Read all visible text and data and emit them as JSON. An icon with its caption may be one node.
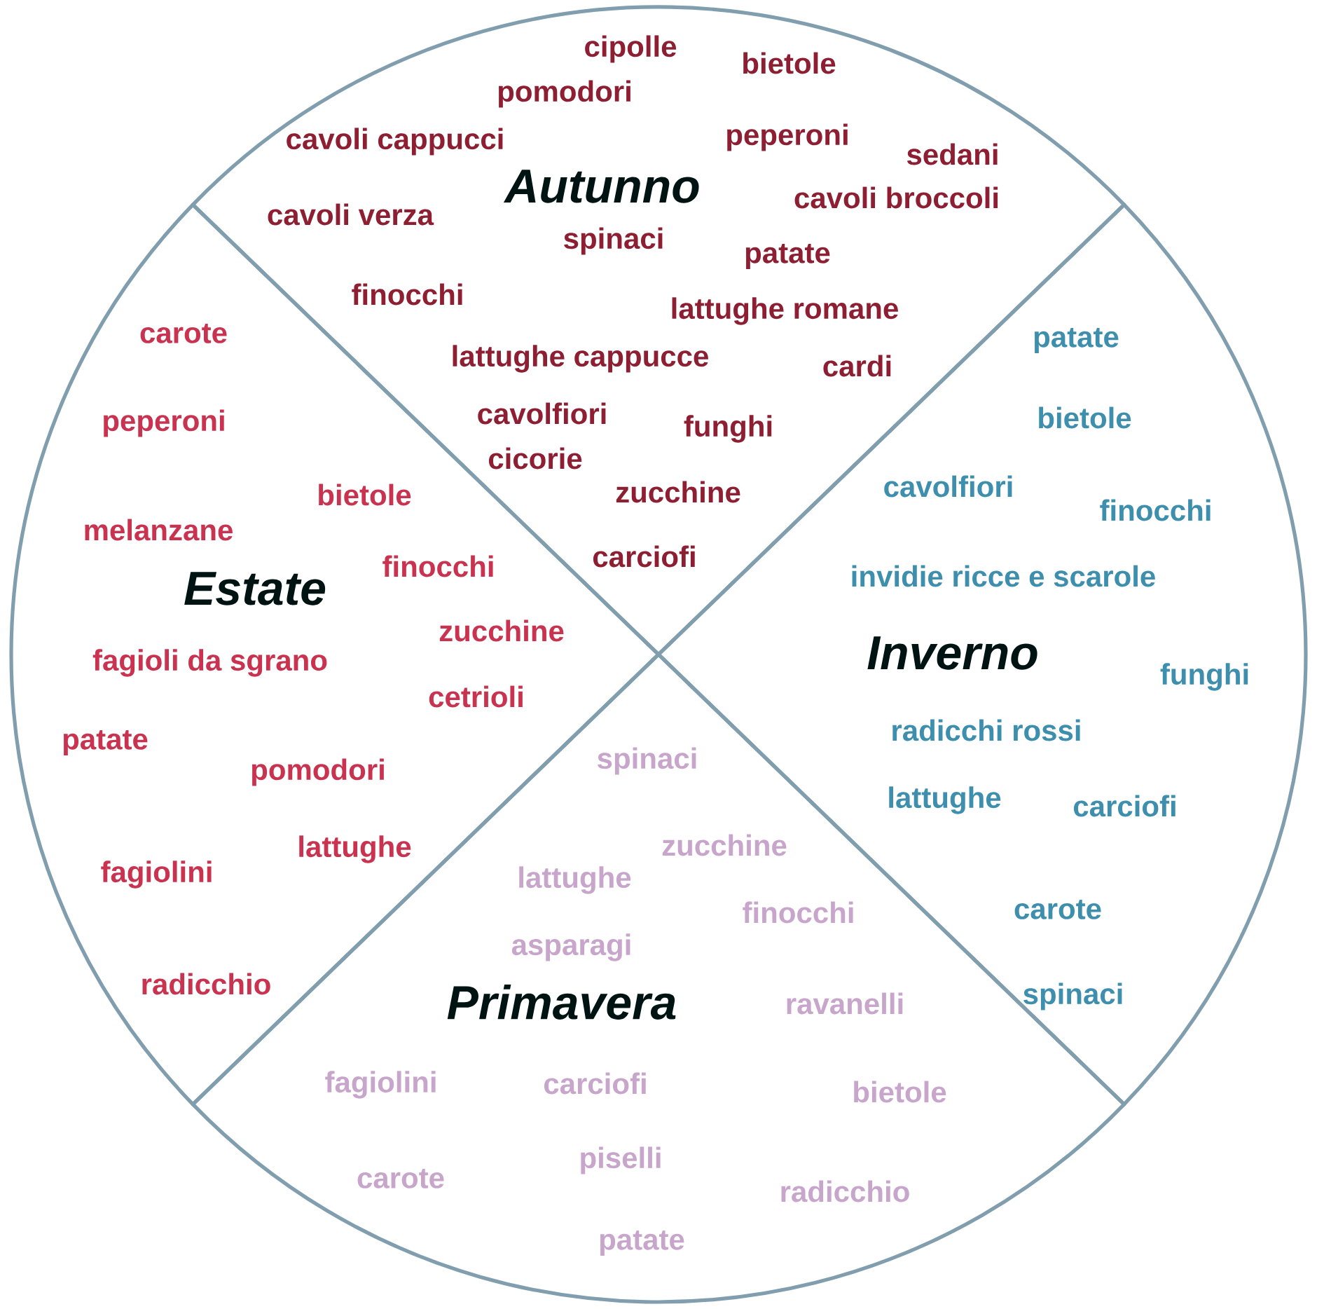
{
  "diagram": {
    "nodes": [
      {
        "text": [
          "Autunno",
          "cipolle",
          "bietole",
          "pomodori",
          "cavoli cappucci",
          "peperoni",
          "sedani",
          "cavoli broccoli",
          "cavoli verza",
          "spinaci",
          "patate",
          "finocchi",
          "lattughe romane",
          "lattughe cappucce",
          "cardi",
          "cavolfiori",
          "funghi",
          "cicorie",
          "zucchine",
          "carciofi"
        ]
      },
      {
        "text": [
          "Estate",
          "carote",
          "peperoni",
          "bietole",
          "melanzane",
          "finocchi",
          "zucchine",
          "fagioli da sgrano",
          "cetrioli",
          "patate",
          "pomodori",
          "lattughe",
          "fagiolini",
          "radicchio"
        ]
      },
      {
        "text": [
          "Inverno",
          "patate",
          "bietole",
          "cavolfiori",
          "finocchi",
          "invidie ricce e scarole",
          "funghi",
          "radicchi rossi",
          "lattughe",
          "carciofi",
          "carote",
          "spinaci"
        ]
      },
      {
        "text": [
          "Primavera",
          "spinaci",
          "zucchine",
          "lattughe",
          "finocchi",
          "asparagi",
          "ravanelli",
          "fagiolini",
          "carciofi",
          "bietole",
          "carote",
          "piselli",
          "radicchio",
          "patate"
        ]
      }
    ]
  }
}
